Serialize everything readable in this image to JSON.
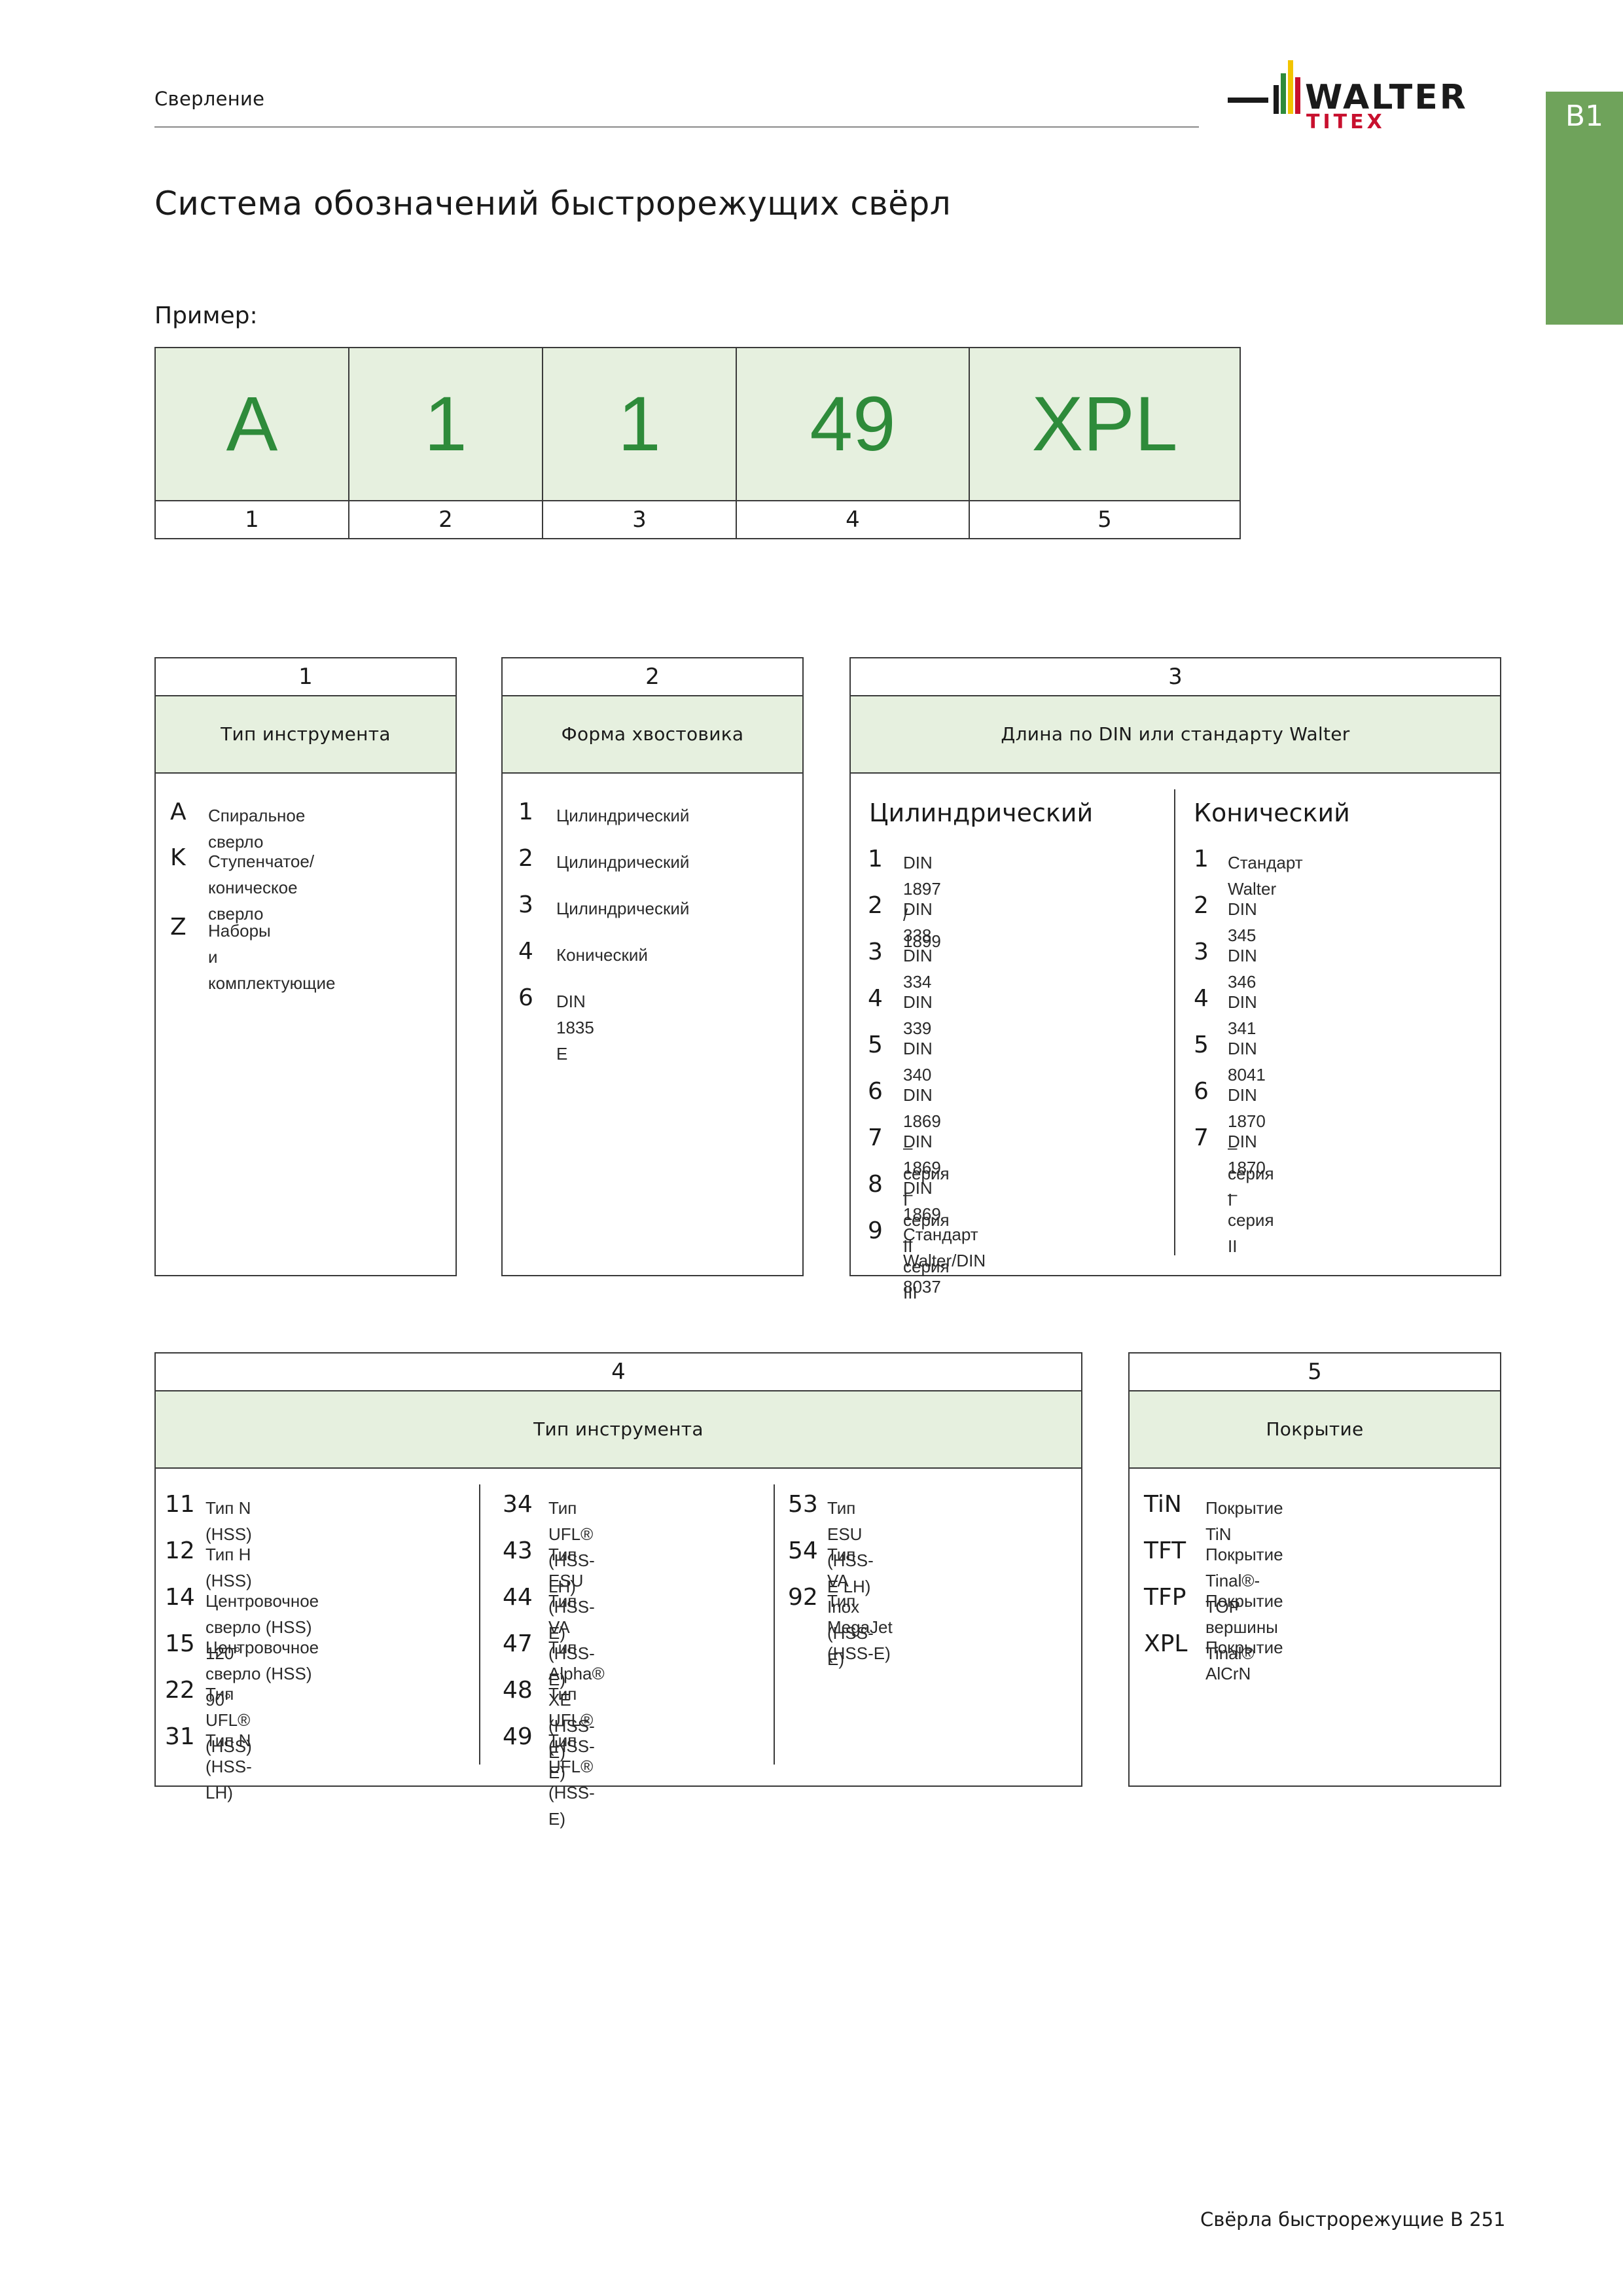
{
  "header": {
    "section": "Сверление",
    "tab": "B1"
  },
  "title": "Система обозначений быстрорежущих свёрл",
  "example": {
    "label": "Пример:",
    "codes": [
      "A",
      "1",
      "1",
      "49",
      "XPL"
    ],
    "indices": [
      "1",
      "2",
      "3",
      "4",
      "5"
    ]
  },
  "box1": {
    "num": "1",
    "heading": "Тип инструмента",
    "items": [
      {
        "k": "A",
        "v": "Спиральное сверло"
      },
      {
        "k": "K",
        "v": "Ступенчатое/",
        "v2": "коническое сверло"
      },
      {
        "k": "Z",
        "v": "Наборы",
        "v2": "и комплектующие"
      }
    ]
  },
  "box2": {
    "num": "2",
    "heading": "Форма хвостовика",
    "items": [
      {
        "k": "1",
        "v": "Цилиндрический"
      },
      {
        "k": "2",
        "v": "Цилиндрический"
      },
      {
        "k": "3",
        "v": "Цилиндрический"
      },
      {
        "k": "4",
        "v": "Конический"
      },
      {
        "k": "6",
        "v": "DIN 1835 E"
      }
    ]
  },
  "box3": {
    "num": "3",
    "heading": "Длина по DIN или стандарту Walter",
    "left_head": "Цилиндрический",
    "right_head": "Конический",
    "left": [
      {
        "k": "1",
        "v": "DIN 1897 / 1899"
      },
      {
        "k": "2",
        "v": "DIN 338"
      },
      {
        "k": "3",
        "v": "DIN 334"
      },
      {
        "k": "4",
        "v": "DIN 339"
      },
      {
        "k": "5",
        "v": "DIN 340"
      },
      {
        "k": "6",
        "v": "DIN 1869 – серия I"
      },
      {
        "k": "7",
        "v": "DIN 1869 – серия II"
      },
      {
        "k": "8",
        "v": "DIN 1869 – серия III"
      },
      {
        "k": "9",
        "v": "Стандарт Walter/DIN 8037"
      }
    ],
    "right": [
      {
        "k": "1",
        "v": "Стандарт Walter"
      },
      {
        "k": "2",
        "v": "DIN 345"
      },
      {
        "k": "3",
        "v": "DIN 346"
      },
      {
        "k": "4",
        "v": "DIN 341"
      },
      {
        "k": "5",
        "v": "DIN 8041"
      },
      {
        "k": "6",
        "v": "DIN 1870 – серия I"
      },
      {
        "k": "7",
        "v": "DIN 1870 – серия II"
      }
    ]
  },
  "box4": {
    "num": "4",
    "heading": "Тип инструмента",
    "col1": [
      {
        "k": "11",
        "v": "Тип N (HSS)"
      },
      {
        "k": "12",
        "v": "Тип H (HSS)"
      },
      {
        "k": "14",
        "v": "Центровочное сверло (HSS) 120°"
      },
      {
        "k": "15",
        "v": "Центровочное сверло (HSS) 90°"
      },
      {
        "k": "22",
        "v": "Тип UFL® (HSS)"
      },
      {
        "k": "31",
        "v": "Тип N (HSS-LH)"
      }
    ],
    "col2": [
      {
        "k": "34",
        "v": "Тип UFL® (HSS-LH)"
      },
      {
        "k": "43",
        "v": "Тип ESU (HSS-E)"
      },
      {
        "k": "44",
        "v": "Тип VA (HSS-E)"
      },
      {
        "k": "47",
        "v": "Тип Alpha® XE (HSS-E)"
      },
      {
        "k": "48",
        "v": "Тип UFL® (HSS-E)"
      },
      {
        "k": "49",
        "v": "Тип UFL® (HSS-E)"
      }
    ],
    "col3": [
      {
        "k": "53",
        "v": "Тип ESU (HSS-E LH)"
      },
      {
        "k": "54",
        "v": "Тип VA Inox (HSS-E)"
      },
      {
        "k": "92",
        "v": "Тип MegaJet (HSS-E)"
      }
    ]
  },
  "box5": {
    "num": "5",
    "heading": "Покрытие",
    "items": [
      {
        "k": "TiN",
        "v": "Покрытие TiN"
      },
      {
        "k": "TFT",
        "v": "Покрытие Tinal®-TOP"
      },
      {
        "k": "TFP",
        "v": "Покрытие вершины Tinal®"
      },
      {
        "k": "XPL",
        "v": "Покрытие AlCrN"
      }
    ]
  },
  "footer": {
    "text": "Свёрла быстрорежущие",
    "page": "B 251"
  },
  "logo": {
    "line1": "WALTER",
    "line2": "TITEX"
  },
  "colors": {
    "accent_green": "#6fa35b",
    "code_green": "#2e8b3a",
    "cell_bg": "#e6f0df",
    "logo_red": "#c8102e"
  }
}
